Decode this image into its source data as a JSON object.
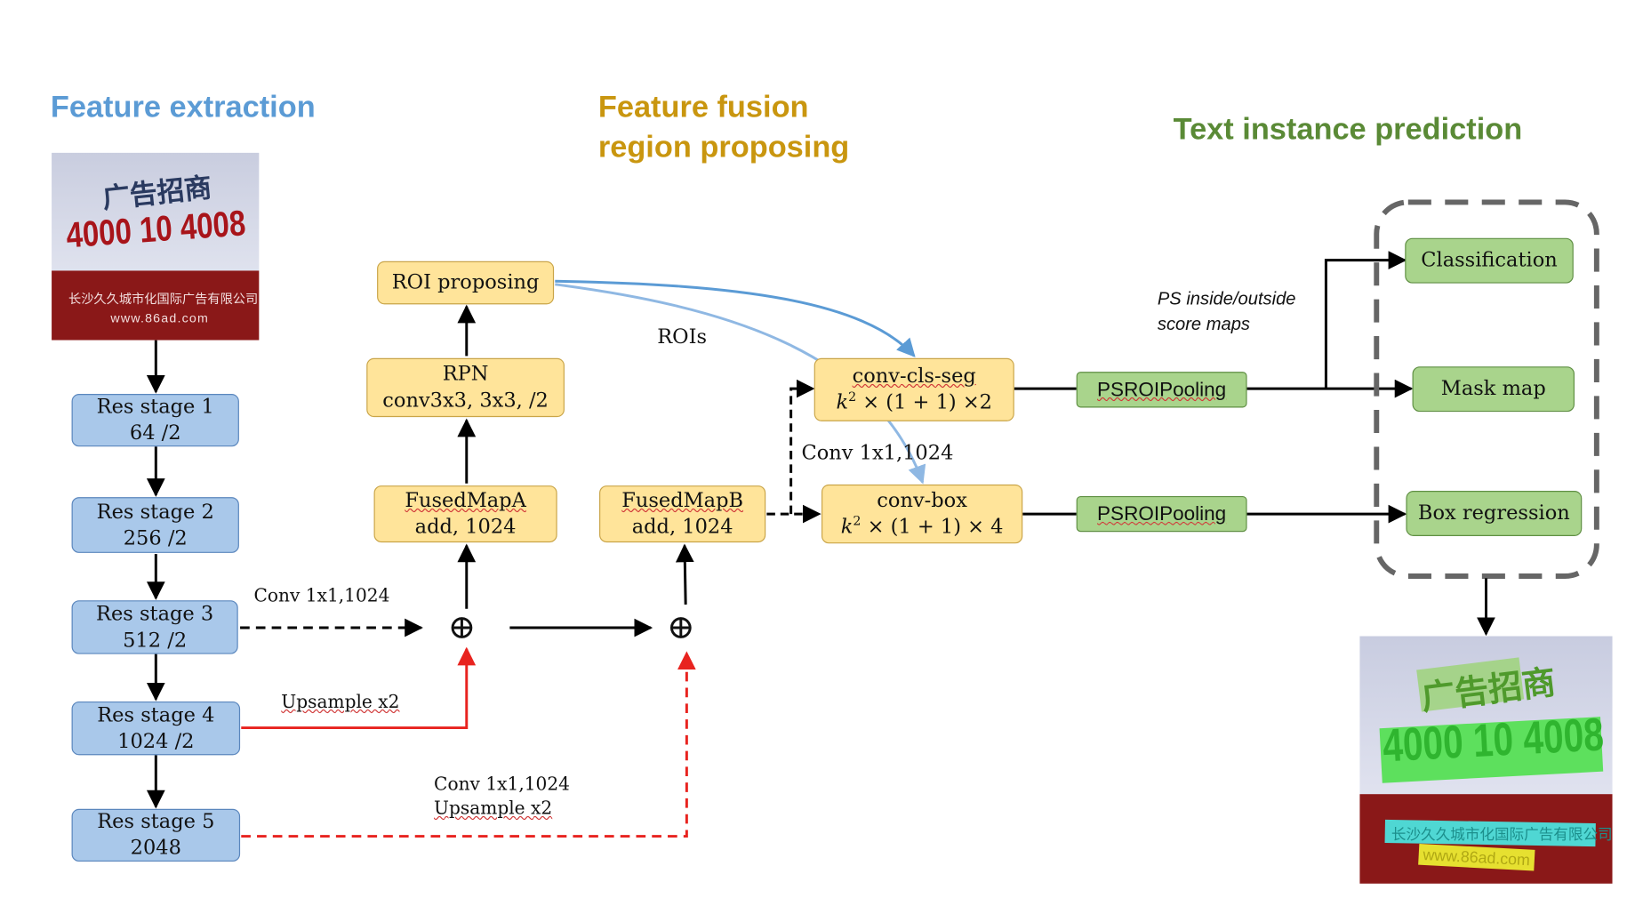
{
  "headings": {
    "feature_extraction": "Feature extraction",
    "feature_fusion_line1": "Feature fusion",
    "feature_fusion_line2": "region proposing",
    "text_instance_prediction": "Text instance prediction"
  },
  "colors": {
    "heading_blue": "#5b9bd5",
    "heading_gold": "#c9960f",
    "heading_green": "#5a8a36",
    "box_blue": "#a9c8ea",
    "box_yellow": "#ffe49a",
    "box_green": "#a9d48c",
    "arrow_red": "#e8231f",
    "arrow_blue": "#5b9bd5"
  },
  "input_image": {
    "line1": "广告招商",
    "line2": "4000 10 4008",
    "line3": "长沙久久城市化国际广告有限公司",
    "line4": "www.86ad.com"
  },
  "output_image": {
    "line1": "广告招商",
    "line2": "4000 10 4008",
    "line3": "长沙久久城市化国际广告有限公司",
    "line4": "www.86ad.com"
  },
  "res_stages": [
    {
      "title": "Res stage 1",
      "sub": "64 /2"
    },
    {
      "title": "Res stage 2",
      "sub": "256 /2"
    },
    {
      "title": "Res stage 3",
      "sub": "512 /2"
    },
    {
      "title": "Res stage 4",
      "sub": "1024 /2"
    },
    {
      "title": "Res stage 5",
      "sub": "2048"
    }
  ],
  "fusion": {
    "roi_proposing": "ROI proposing",
    "rpn_title": "RPN",
    "rpn_sub": "conv3x3, 3x3, /2",
    "fusedA_title": "FusedMapA",
    "fusedA_sub": "add, 1024",
    "fusedB_title": "FusedMapB",
    "fusedB_sub": "add, 1024",
    "plus_symbol": "⊕"
  },
  "heads": {
    "cls_seg_title": "conv-cls-seg",
    "cls_seg_formula": [
      "k",
      "2",
      " × (1 + 1) ×2"
    ],
    "box_title": "conv-box",
    "box_formula": [
      "k",
      "2",
      " × (1 + 1) × 4"
    ]
  },
  "pooling": {
    "top": "PSROIPooling",
    "bottom": "PSROIPooling"
  },
  "outputs": {
    "classification": "Classification",
    "mask_map": "Mask map",
    "box_regression": "Box regression"
  },
  "labels": {
    "conv_res3": "Conv 1x1,1024",
    "upsample_res4": "Upsample x2",
    "conv_res5": "Conv 1x1,1024",
    "upsample_res5": "Upsample x2",
    "rois": "ROIs",
    "conv_fusedB": "Conv 1x1,1024",
    "ps_maps_line1": "PS inside/outside",
    "ps_maps_line2": "score  maps"
  }
}
